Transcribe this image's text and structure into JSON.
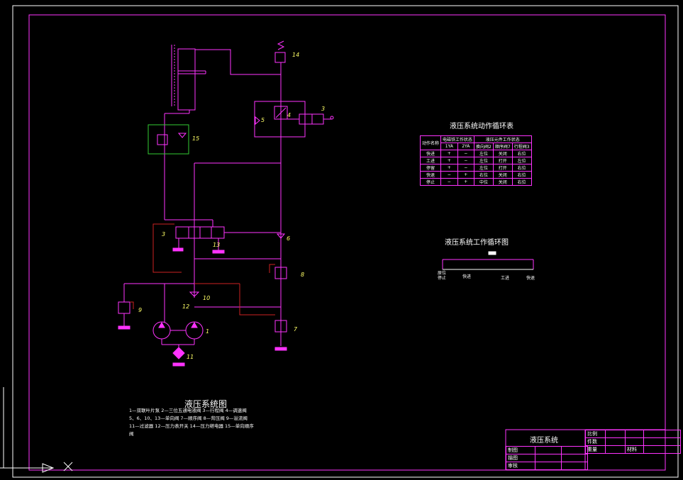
{
  "diagram_title": "液压系统图",
  "legend_lines": [
    "1—双联叶片泵  2—三位五通电液阀  3—行程阀  4—调速阀",
    "5、6、10、13—单向阀  7—顺序阀  8—背压阀  9—溢流阀",
    "11—过滤器  12—压力表开关  14—压力继电器  15—单向顺序",
    "阀"
  ],
  "component_numbers": {
    "n1": "1",
    "n3a": "3",
    "n3b": "3",
    "n4": "4",
    "n5": "5",
    "n6": "6",
    "n7": "7",
    "n8": "8",
    "n9": "9",
    "n10": "10",
    "n11": "11",
    "n12": "12",
    "n13": "13",
    "n14": "14",
    "n15": "15"
  },
  "action_table": {
    "title": "液压系统动作循环表",
    "header_group_1": "电磁铁工作状态",
    "header_group_2": "液压元件工作状态",
    "col_action": "动作名称",
    "cols": [
      "1YA",
      "2YA",
      "换向阀2",
      "顺序阀7",
      "行程阀3"
    ],
    "rows": [
      {
        "name": "快进",
        "c1": "+",
        "c2": "−",
        "c3": "左位",
        "c4": "关闭",
        "c5": "右位"
      },
      {
        "name": "工进",
        "c1": "+",
        "c2": "−",
        "c3": "左位",
        "c4": "打开",
        "c5": "左位"
      },
      {
        "name": "停留",
        "c1": "+",
        "c2": "−",
        "c3": "左位",
        "c4": "打开",
        "c5": "右位"
      },
      {
        "name": "快退",
        "c1": "−",
        "c2": "+",
        "c3": "右位",
        "c4": "关闭",
        "c5": "右位"
      },
      {
        "name": "停止",
        "c1": "−",
        "c2": "+",
        "c3": "中位",
        "c4": "关闭",
        "c5": "右位"
      }
    ]
  },
  "cycle_diagram": {
    "title": "液压系统工作循环图",
    "labels": [
      "原位停止",
      "快进",
      "工进",
      "快退"
    ]
  },
  "title_block": {
    "name": "液压系统",
    "ratio": "比例",
    "count": "件数",
    "weight": "重量",
    "material": "材料",
    "drawn": "制图",
    "drafted": "描图",
    "checked": "审核"
  },
  "colors": {
    "magenta": "#ff33ff",
    "green": "#33cc33",
    "red": "#cc2222",
    "white": "#ffffff",
    "yellow": "#ffff66"
  }
}
